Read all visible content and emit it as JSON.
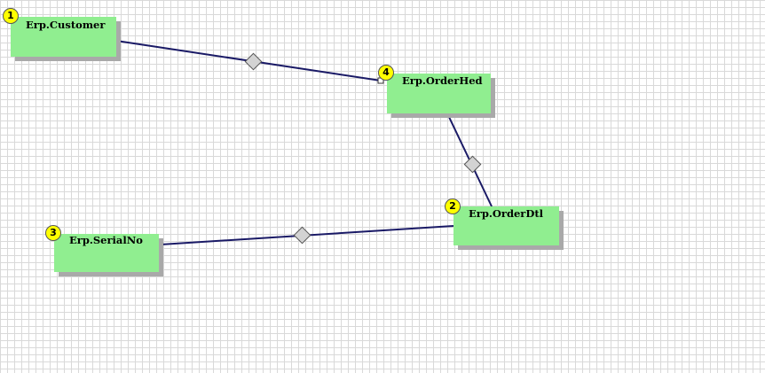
{
  "diagram": {
    "tables": [
      {
        "id": "customer",
        "name": "Erp.Customer",
        "order": "1"
      },
      {
        "id": "orderhed",
        "name": "Erp.OrderHed",
        "order": "4"
      },
      {
        "id": "orderdtl",
        "name": "Erp.OrderDtl",
        "order": "2"
      },
      {
        "id": "serialno",
        "name": "Erp.SerialNo",
        "order": "3"
      }
    ],
    "relations": [
      {
        "from": "customer",
        "to": "orderhed",
        "end_markers": true
      },
      {
        "from": "orderhed",
        "to": "orderdtl",
        "end_markers": false
      },
      {
        "from": "serialno",
        "to": "orderdtl",
        "end_markers": false
      }
    ],
    "colors": {
      "table_fill": "#90ee90",
      "table_shadow": "#a9a9a9",
      "badge_fill": "#ffff00",
      "link_line": "#1a1a66",
      "diamond_fill": "#d3d3d3",
      "grid_line": "#d9d9d9"
    }
  }
}
